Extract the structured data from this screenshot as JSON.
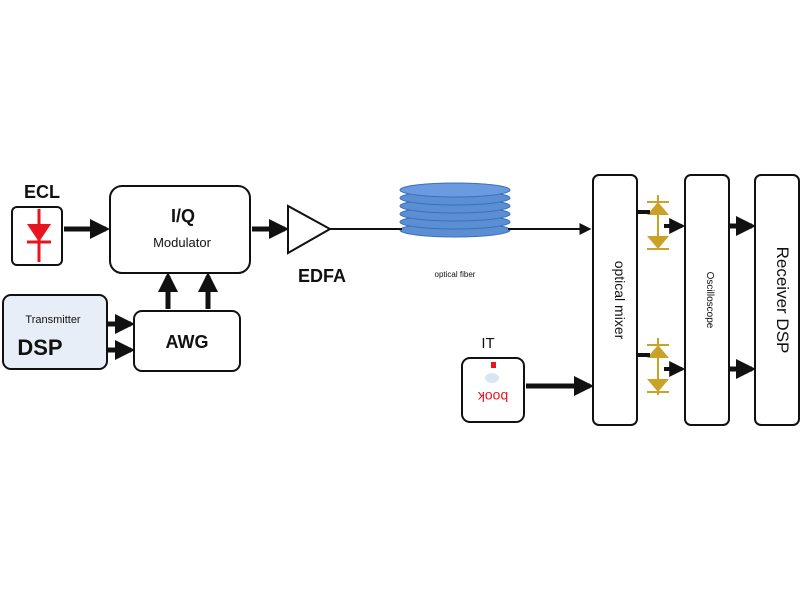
{
  "colors": {
    "stroke": "#111111",
    "box_fill": "#ffffff",
    "dsp_fill": "#e8eef7",
    "laser_red": "#e8141e",
    "photodiode": "#c9a227",
    "fiber_blue": "#5b8fd4"
  },
  "ecl": {
    "label": "ECL"
  },
  "iq_modulator": {
    "title": "I/Q",
    "subtitle": "Modulator"
  },
  "edfa": {
    "label": "EDFA"
  },
  "optical_fiber": {
    "label": "optical fiber"
  },
  "transmitter_dsp": {
    "small": "Transmitter",
    "large": "DSP"
  },
  "awg": {
    "label": "AWG"
  },
  "lo": {
    "label": "IT",
    "text": "book"
  },
  "optical_mixer": {
    "label": "optical mixer"
  },
  "oscilloscope": {
    "label": "Oscilloscope"
  },
  "receiver_dsp": {
    "label": "Receiver DSP"
  }
}
